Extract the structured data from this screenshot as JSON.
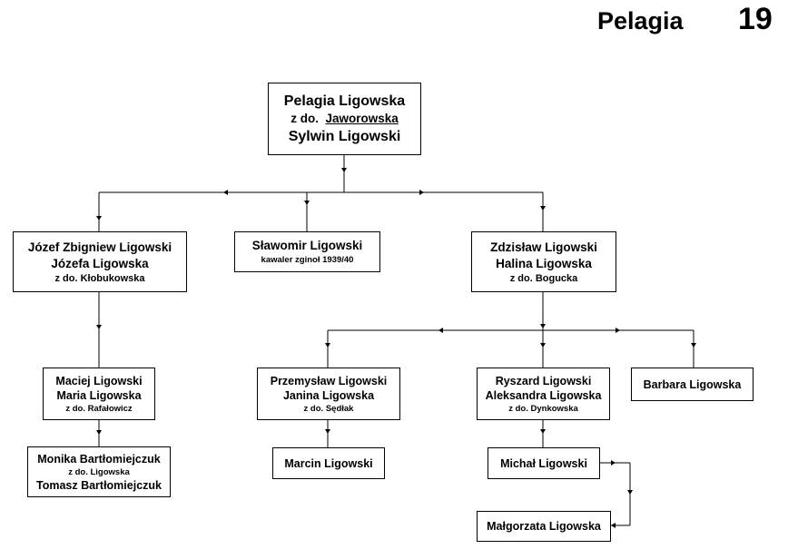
{
  "header": {
    "title": "Pelagia",
    "page_number": "19"
  },
  "persons": {
    "root": {
      "line1": "Pelagia Ligowska",
      "line2_prefix": "z do.",
      "line2_name": "Jaworowska",
      "line3": "Sylwin  Ligowski"
    },
    "jozef": {
      "line1": "Józef Zbigniew Ligowski",
      "line2": "Józefa  Ligowska",
      "line3": "z do. Kłobukowska"
    },
    "slawomir": {
      "line1": "Sławomir  Ligowski",
      "line2": "kawaler zginoł  1939/40"
    },
    "zdzislaw": {
      "line1": "Zdzisław  Ligowski",
      "line2": "Halina  Ligowska",
      "line3": "z do. Bogucka"
    },
    "maciej": {
      "line1": "Maciej  Ligowski",
      "line2": "Maria  Ligowska",
      "line3": "z do. Rafałowicz"
    },
    "monika": {
      "line1": "Monika Bartłomiejczuk",
      "line2": "z do.  Ligowska",
      "line3": "Tomasz Bartłomiejczuk"
    },
    "przemyslaw": {
      "line1": "Przemysław  Ligowski",
      "line2": "Janina  Ligowska",
      "line3": "z do. Sędłak"
    },
    "marcin": {
      "line1": "Marcin  Ligowski"
    },
    "ryszard": {
      "line1": "Ryszard  Ligowski",
      "line2": "Aleksandra Ligowska",
      "line3": "z do. Dynkowska"
    },
    "barbara": {
      "line1": "Barbara  Ligowska"
    },
    "michal": {
      "line1": "Michał  Ligowski"
    },
    "malgorzata": {
      "line1": "Małgorzata  Ligowska"
    }
  }
}
